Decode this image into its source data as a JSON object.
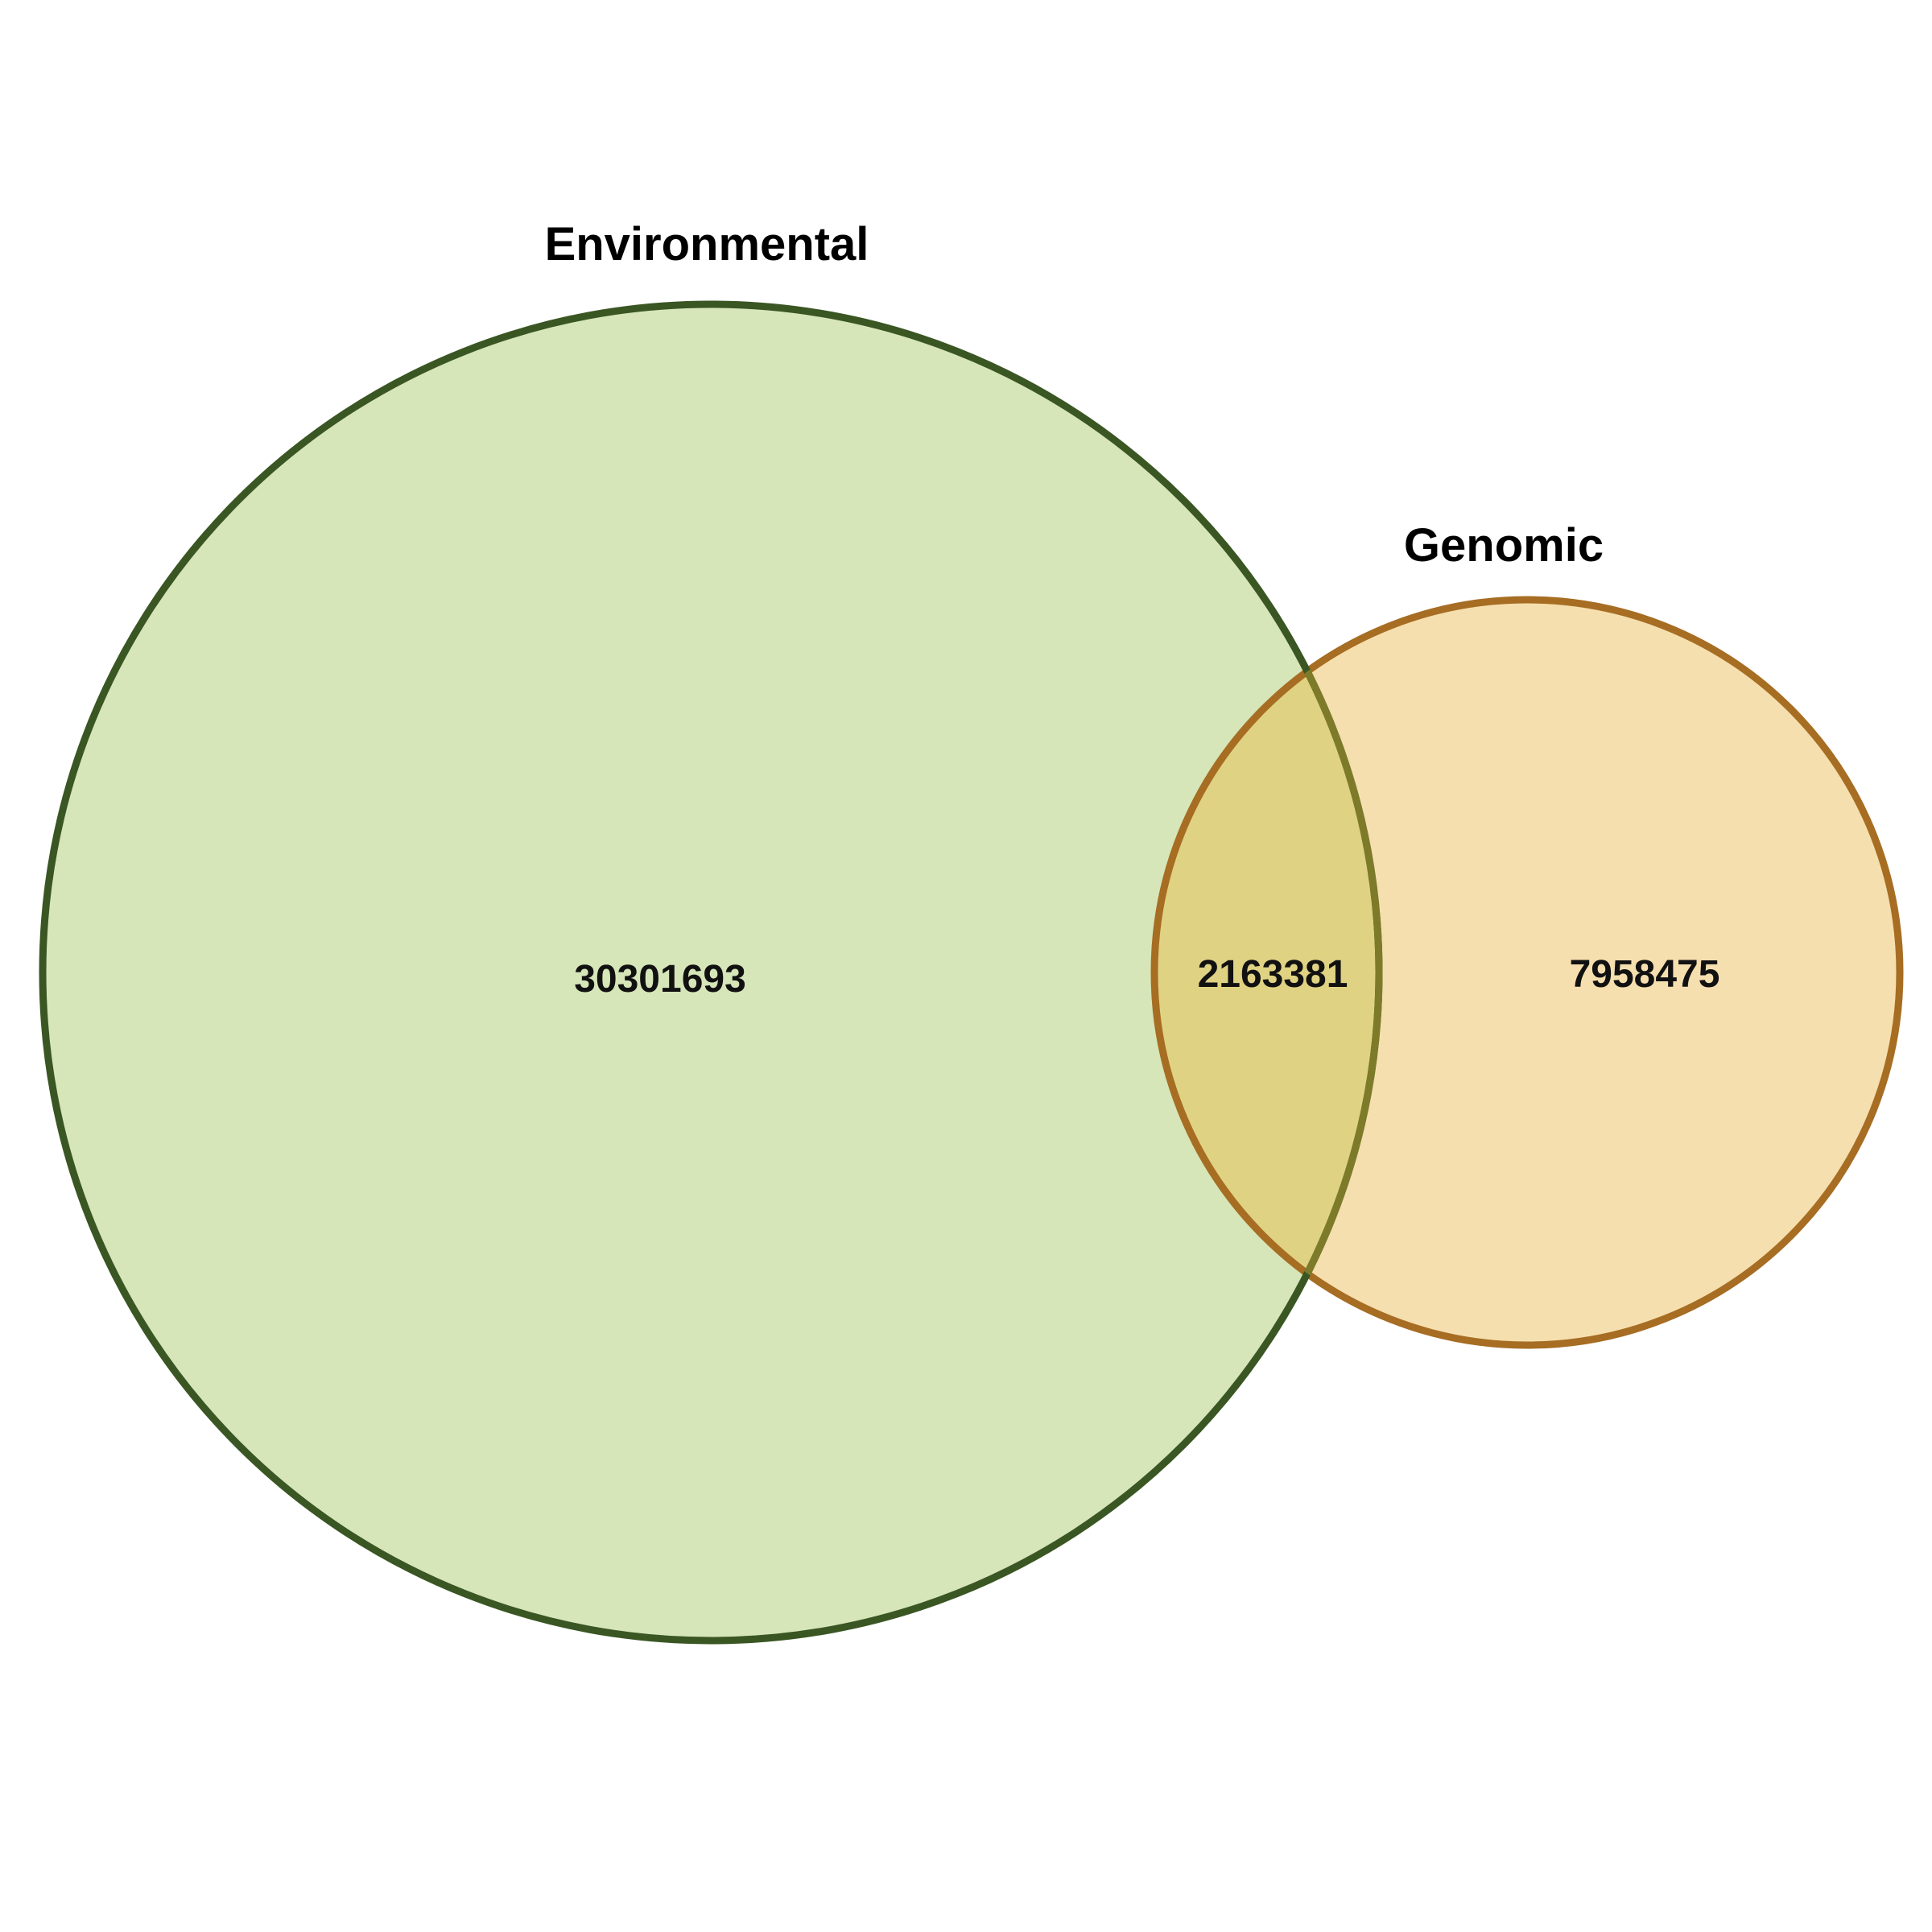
{
  "diagram": {
    "type": "venn",
    "sets": [
      {
        "name": "Environmental",
        "fill_color": "#d6e6b9",
        "stroke_color": "#3a5623",
        "only_count": "30301693"
      },
      {
        "name": "Genomic",
        "fill_color": "#f6dfae",
        "stroke_color": "#a66d23",
        "only_count": "7958475"
      }
    ],
    "intersection": {
      "count": "2163381",
      "fill_color": "#e0d283",
      "stroke_color": "#7d7b2a"
    }
  }
}
